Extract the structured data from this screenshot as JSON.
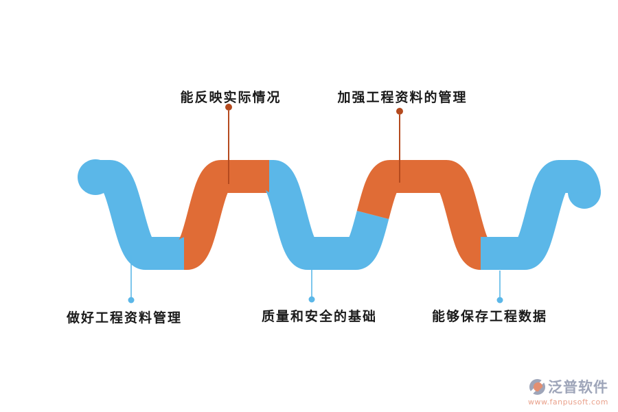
{
  "diagram": {
    "top_labels": [
      {
        "label": "能反映实际情况"
      },
      {
        "label": "加强工程资料的管理"
      }
    ],
    "bottom_labels": [
      {
        "label": "做好工程资料管理"
      },
      {
        "label": "质量和安全的基础"
      },
      {
        "label": "能够保存工程数据"
      }
    ]
  },
  "watermark": {
    "brand": "泛普软件",
    "url": "www.fanpusoft.com"
  },
  "colors": {
    "wave_blue": "#5BB7E8",
    "wave_orange": "#E06C36",
    "connector_orange": "#B44A1E",
    "connector_blue": "#5BB7E8",
    "text": "#1A1A1A",
    "logo_gray": "#99A1B6",
    "logo_salmon": "#E18A6B",
    "logo_url": "#E89B84",
    "background": "#FFFFFF"
  }
}
